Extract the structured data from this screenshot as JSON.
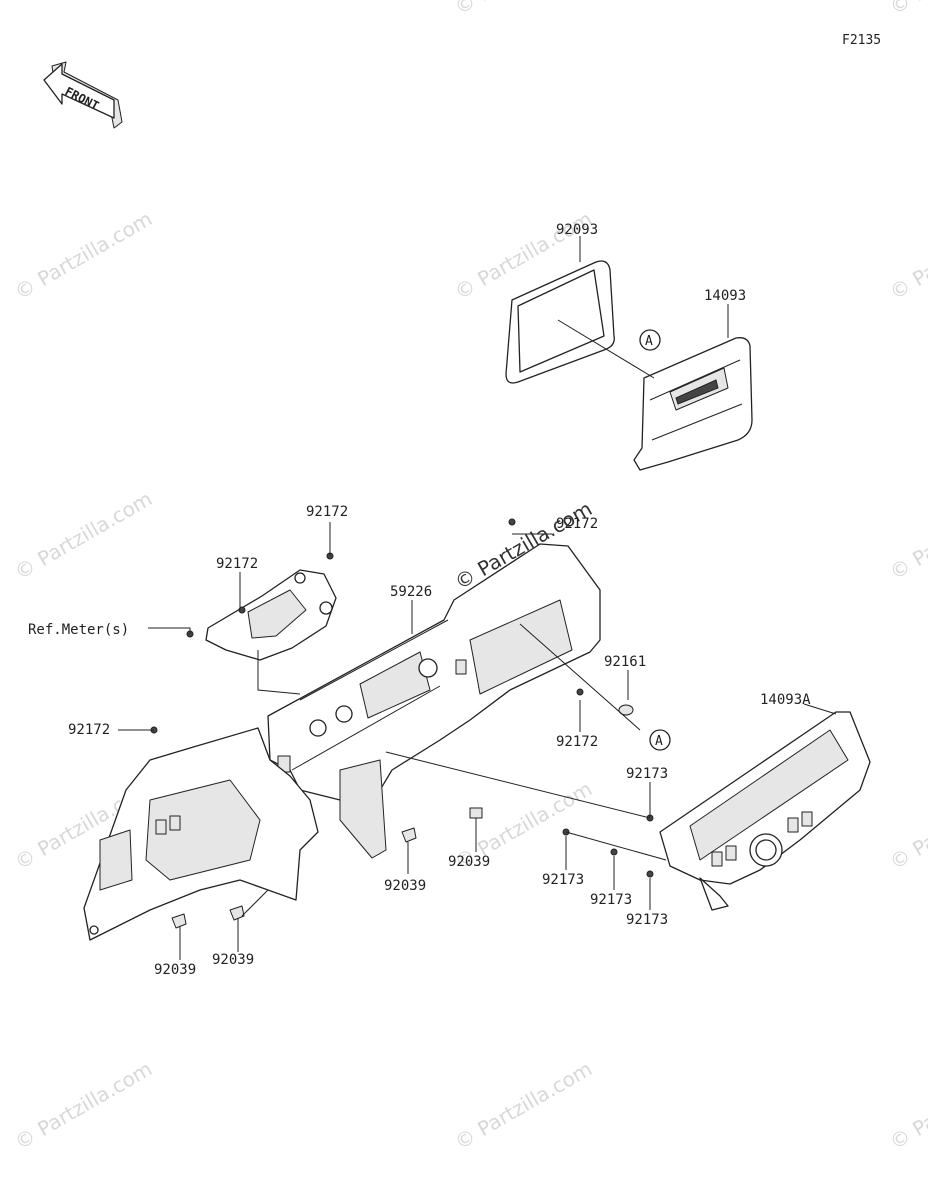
{
  "figure_code": "F2135",
  "direction": "FRONT",
  "ref_note": "Ref.Meter(s)",
  "callout_letter": "A",
  "watermark": "© Partzilla.com",
  "parts": [
    {
      "number": "92093"
    },
    {
      "number": "14093"
    },
    {
      "number": "92172"
    },
    {
      "number": "92172"
    },
    {
      "number": "92172"
    },
    {
      "number": "92172"
    },
    {
      "number": "92172"
    },
    {
      "number": "59226"
    },
    {
      "number": "92161"
    },
    {
      "number": "14093A"
    },
    {
      "number": "92173"
    },
    {
      "number": "92173"
    },
    {
      "number": "92173"
    },
    {
      "number": "92173"
    },
    {
      "number": "92039"
    },
    {
      "number": "92039"
    },
    {
      "number": "92039"
    },
    {
      "number": "92039"
    }
  ]
}
